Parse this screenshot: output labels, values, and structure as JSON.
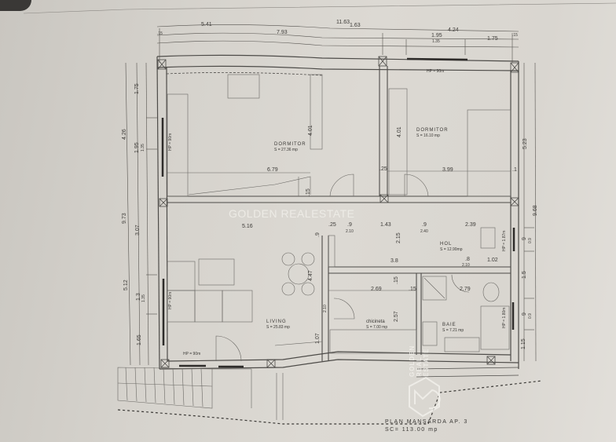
{
  "drawing": {
    "title": "PLAN MANSARDA AP. 3",
    "surface": "SC= 113.00 mp"
  },
  "watermark": {
    "horizontal": "GOLDEN REALESTATE",
    "vertical_lines": [
      "GOLDEN",
      "REAL",
      "ESTATE"
    ]
  },
  "rooms": [
    {
      "name": "DORMITOR",
      "area": "S = 27.36 mp"
    },
    {
      "name": "DORMITOR",
      "area": "S = 16.10 mp"
    },
    {
      "name": "HOL",
      "area": "S = 12.90mp"
    },
    {
      "name": "LIVING",
      "area": "S = 25.83 mp"
    },
    {
      "name": "chicineta",
      "area": "S = 7.00 mp"
    },
    {
      "name": "BAIE",
      "area": "S = 7.21 mp"
    }
  ],
  "window_labels": {
    "bed1": "HP = 90m",
    "bed2": "HP = 90m",
    "living_side": "HP = 90m",
    "living_bottom": "HP = 90m",
    "hol": "HP = 1.87m",
    "baie": "HP = 1.80m"
  },
  "dimensions": {
    "top": {
      "overall": "11.63",
      "left_total": "5.41",
      "left_sub": "7.93",
      "mid": "1.63",
      "right_total": "4.24",
      "r1_top": "1.95",
      "r1_bot": "1.35",
      "r2": "1.75",
      "edge_left": ".15",
      "edge_right": ".15"
    },
    "left": {
      "overall": "9.73",
      "upper_total": "4.26",
      "lower_total": "5.12",
      "seg1": "1.75",
      "seg2_top": "1.95",
      "seg2_bot": "1.35",
      "seg3": "3.07",
      "seg4_top": "1.3",
      "seg4_bot": "1.35",
      "seg5": "1.65"
    },
    "right": {
      "overall": "9.68",
      "upper": "5.23",
      "seg1_top": "9",
      "seg1_bot": "0.9",
      "seg2": "1.5",
      "seg3_top": "9",
      "seg3_bot": "0.9",
      "seg4": "1.15"
    },
    "interior": {
      "bed1_width": "6.79",
      "bed1_height": "4.01",
      "bed2_height": "4.01",
      "bed2_width": "3.99",
      "partition": ".25",
      "bed2_right": ".1",
      "living_width": "5.16",
      "hall_25": ".25",
      "hall_9a": ".9",
      "hall_210": "2.10",
      "hall_143": "1.43",
      "hall_9b": ".9",
      "hall_240": "2.40",
      "hall_239": "2.39",
      "hall_215": "2.15",
      "hall_38": "3.8",
      "hall_8": ".8",
      "hall_210b": "2.10",
      "hall_102": "1.02",
      "living_side_9": ".9",
      "living_447": "4.47",
      "living_210": "2.10",
      "living_107": "1.07",
      "kitchen_width": "2.69",
      "kitchen_15": ".15",
      "kitchen_257": "2.57",
      "kitchen_15b": ".15",
      "bath_width": "2.79",
      "door_15": ".15"
    }
  },
  "colors": {
    "paper": "#d9d6d0",
    "ink": "#3e3c39",
    "wall": "#5a5855",
    "watermark": "#f3f1ec"
  }
}
